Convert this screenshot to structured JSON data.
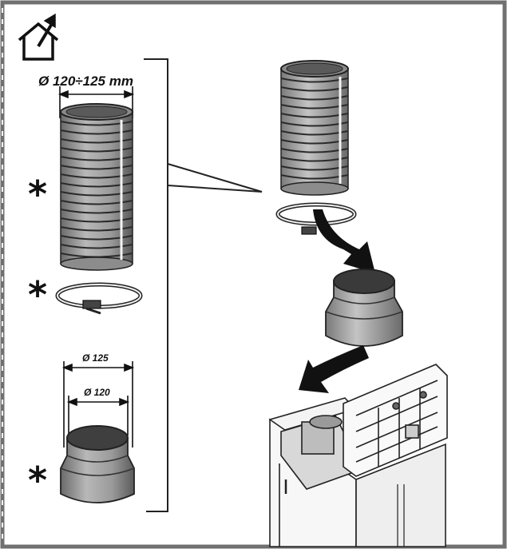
{
  "icons": {
    "outdoor_vent": "house-with-chimney-arrow-icon",
    "required_part_marker": "asterisk-icon"
  },
  "labels": {
    "duct_diameter": "Ø 120÷125 mm",
    "adapter_outer_diameter": "Ø 125",
    "adapter_inner_diameter": "Ø 120"
  },
  "markers": {
    "duct": "*",
    "clamp": "*",
    "adapter": "*"
  },
  "colors": {
    "frame": "#6e6e6e",
    "part_fill": "#9a9a9a",
    "part_dark": "#4a4a4a",
    "line": "#111111"
  }
}
